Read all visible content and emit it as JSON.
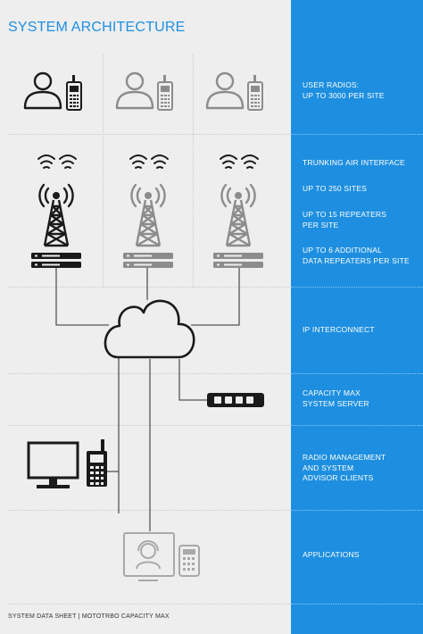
{
  "title": "SYSTEM ARCHITECTURE",
  "footer": "SYSTEM DATA SHEET | MOTOTRBO CAPACITY MAX",
  "labels": {
    "user_radios": [
      "USER RADIOS:",
      "UP TO 3000 PER SITE"
    ],
    "trunking": [
      "TRUNKING AIR INTERFACE"
    ],
    "sites": [
      "UP TO 250 SITES"
    ],
    "repeaters": [
      "UP TO 15 REPEATERS",
      "PER SITE"
    ],
    "data_repeaters": [
      "UP TO 6 ADDITIONAL",
      "DATA REPEATERS PER SITE"
    ],
    "ip": [
      "IP INTERCONNECT"
    ],
    "server": [
      "CAPACITY MAX",
      "SYSTEM SERVER"
    ],
    "clients": [
      "RADIO MANAGEMENT",
      "AND SYSTEM",
      "ADVISOR CLIENTS"
    ],
    "applications": [
      "APPLICATIONS"
    ]
  },
  "colors": {
    "accent": "#1e8fe0",
    "dark_icon": "#1a1a1a",
    "light_icon": "#8c8c8c",
    "faint_icon": "#a9a9a9"
  },
  "icons": [
    "user-icon",
    "radio-icon",
    "signal-waves-icon",
    "tower-icon",
    "repeater-icon",
    "cloud-icon",
    "server-icon",
    "monitor-icon",
    "dispatcher-icon",
    "keypad-icon"
  ]
}
